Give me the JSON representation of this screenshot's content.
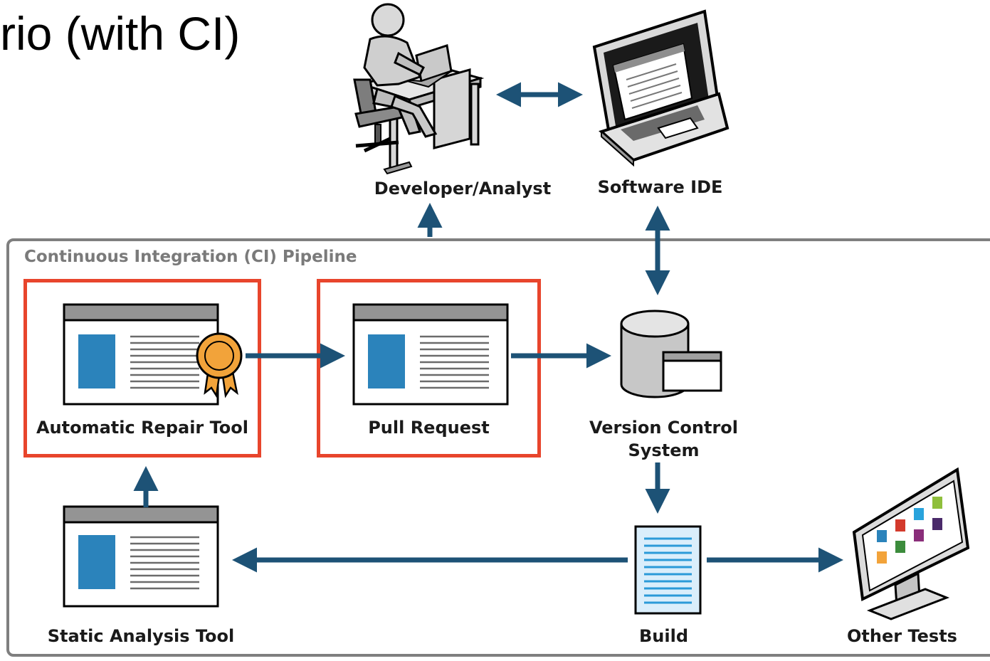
{
  "slide": {
    "title_fragment": "rio (with CI)"
  },
  "pipeline": {
    "label": "Continuous Integration (CI) Pipeline"
  },
  "nodes": {
    "developer": "Developer/Analyst",
    "ide": "Software IDE",
    "repair_tool": "Automatic Repair Tool",
    "pull_request": "Pull Request",
    "vcs_line1": "Version Control",
    "vcs_line2": "System",
    "static_analysis": "Static Analysis Tool",
    "build": "Build",
    "other_tests": "Other Tests"
  },
  "colors": {
    "arrow": "#1d5276",
    "highlight": "#e8452c",
    "doc_blue": "#2b83bb",
    "window_bar": "#949494",
    "badge": "#f2a33a"
  }
}
